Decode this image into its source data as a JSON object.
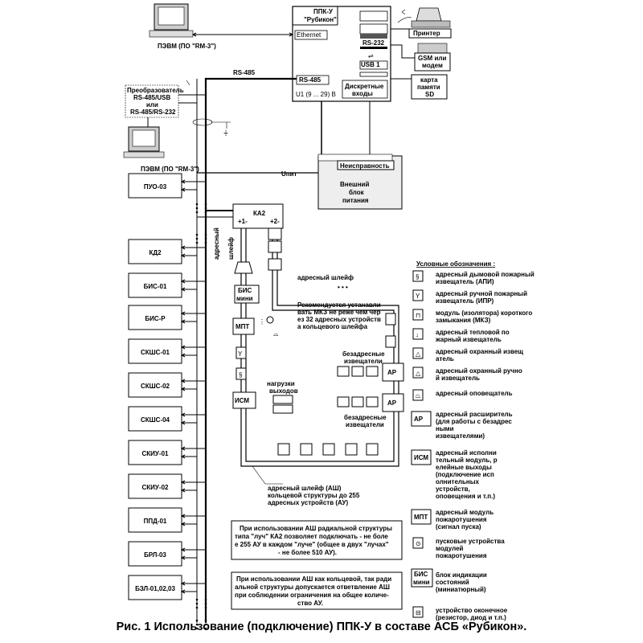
{
  "ppku": {
    "title": "ППК-У",
    "subtitle": "\"Рубикон\"",
    "ethernet": "Ethernet",
    "rs232": "RS-232",
    "usb": "USB 1",
    "rs485": "RS-485",
    "u1": "U1 (9 ... 29) В",
    "discrete_1": "Дискретные",
    "discrete_2": "входы"
  },
  "printer": "Принтер",
  "gsm_1": "GSM или",
  "gsm_2": "модем",
  "sd_1": "карта",
  "sd_2": "памяти",
  "sd_3": "SD",
  "pc_top_label": "ПЭВМ (ПО \"RM-3\")",
  "pc_bottom_label": "ПЭВМ (ПО \"RM-3\")",
  "rs485_line": "RS-485",
  "converter": {
    "l1": "Преобразователь",
    "l2": "RS-485/USB",
    "l3": "или",
    "l4": "RS-485/RS-232"
  },
  "unit": "Uпит",
  "psu": {
    "fault": "Неисправность",
    "l1": "Внешний",
    "l2": "блок",
    "l3": "питания"
  },
  "devices": [
    "ПУО-03",
    "КД2",
    "БИС-01",
    "БИС-Р",
    "СКШС-01",
    "СКШС-02",
    "СКШС-04",
    "СКИУ-01",
    "СКИУ-02",
    "ППД-01",
    "БРЛ-03",
    "БЗЛ-01,02,03"
  ],
  "ka2": {
    "name": "КА2",
    "p1": "+1-",
    "p2": "+2-"
  },
  "loop": {
    "v1": "адресный",
    "v2": "шлейф",
    "top_label": "адресный шлейф",
    "bis": "БИС",
    "bis2": "мини",
    "mpt": "МПТ",
    "ism": "ИСМ",
    "ar1": "АР",
    "ar2": "АР",
    "loads_1": "нагрузки",
    "loads_2": "выходов",
    "nonaddr_1": "безадресные",
    "nonaddr_2": "извещатели",
    "nonaddr_3": "безадресные",
    "nonaddr_4": "извещатели"
  },
  "recommend": {
    "l1": "Рекомендуется устанавли",
    "l2": "вать МКЗ не реже чем чер",
    "l3": "ез 32 адресных устройств",
    "l4": "а кольцевого шлейфа"
  },
  "loop_note": {
    "l1": "адресный шлейф (АШ)",
    "l2": "кольцевой структуры до 255",
    "l3": "адресных устройств (АУ)"
  },
  "note1": {
    "l1": "При использовании АШ радиальной структуры",
    "l2": "типа \"луч\" КА2 позволяет подключать - не боле",
    "l3": "е 255 АУ в каждом \"луче\" (общее в двух \"лучах\"",
    "l4": " - не более 510 АУ)."
  },
  "note2": {
    "l1": "При использовании АШ как кольцевой, так ради",
    "l2": "альной структуры допускается ответвление АШ",
    "l3": "при соблюдении ограничения на общее количе-",
    "l4": "ство АУ."
  },
  "legend": {
    "title": "Условные обозначения :",
    "smoke": [
      "адресный дымовой пожарный",
      "извещатель (АПИ)"
    ],
    "manual": [
      "адресный ручной пожарный",
      "извещатель (ИПР)"
    ],
    "mkz": [
      "модуль (изолятора) короткого",
      "замыкания (МКЗ)"
    ],
    "heat": [
      "адресный тепловой по",
      "жарный извещатель"
    ],
    "security": [
      "адресный охранный извещ",
      "атель"
    ],
    "sec_manual": [
      "адресный охранный ручно",
      "й извещатель"
    ],
    "alarm": [
      "адресный оповещатель"
    ],
    "ar": [
      "адресный расширитель",
      "(для работы с безадрес",
      "ными",
      "извещателями)"
    ],
    "ar_label": "АР",
    "ism": [
      "адресный исполни",
      "тельный модуль, р",
      "елейные выходы",
      "(подключение исп",
      "олнительных",
      "устройств,",
      "оповещения и т.п.)"
    ],
    "ism_label": "ИСМ",
    "mpt": [
      "адресный модуль",
      "пожаротушения",
      "(сигнал пуска)"
    ],
    "mpt_label": "МПТ",
    "start": [
      "пусковые устройства",
      "модулей",
      "пожаротушения"
    ],
    "bis": [
      "блок индикации",
      "состояний",
      "(миниатюрный)"
    ],
    "bis_label1": "БИС",
    "bis_label2": "мини",
    "eol": [
      "устройство оконечное",
      "(резистор, диод и т.п.)"
    ]
  },
  "caption": "Рис. 1 Использование (подключение) ППК-У в составе АСБ «Рубикон»."
}
